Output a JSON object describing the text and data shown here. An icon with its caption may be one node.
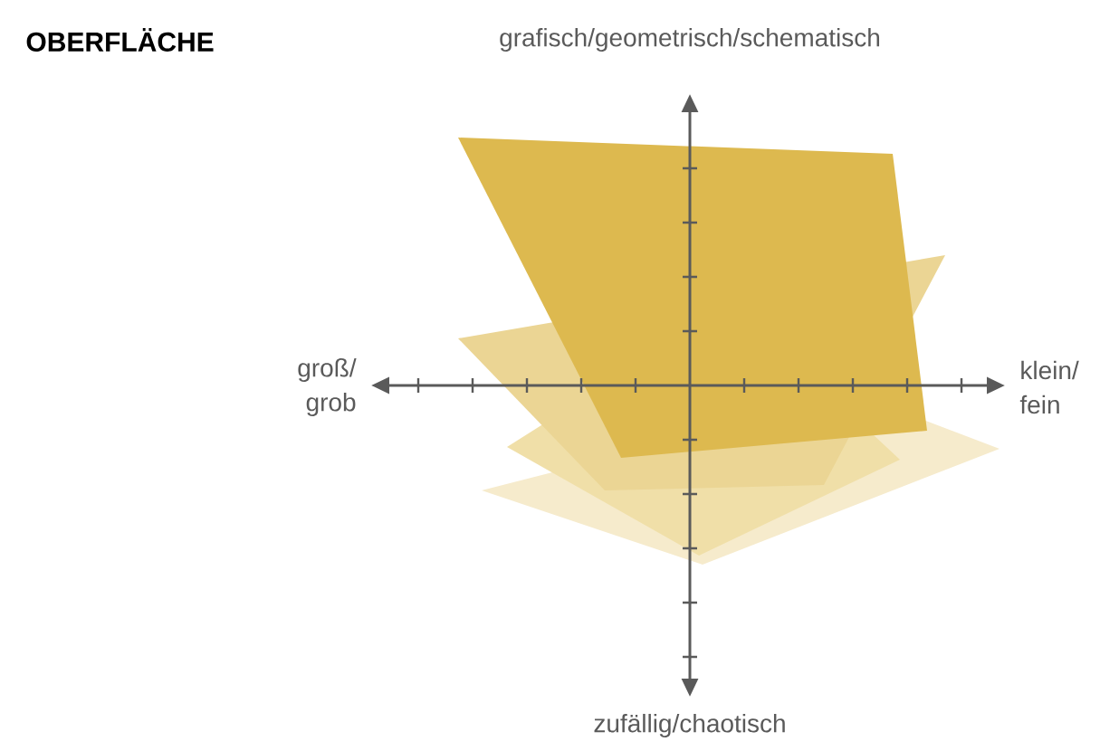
{
  "diagram": {
    "title": "OBERFLÄCHE",
    "labels": [
      "grafisch/geometrisch/schematisch",
      "groß/ grob",
      "klein/ fein",
      "zufällig/chaotisch"
    ]
  }
}
